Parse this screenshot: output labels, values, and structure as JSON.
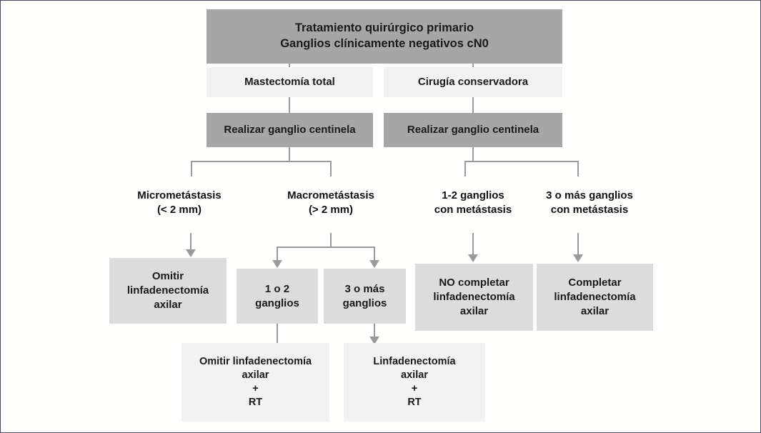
{
  "diagram": {
    "title_box": {
      "text": "Tratamiento quirúrgico primario\nGanglios clínicamente negativos cN0"
    },
    "level2": {
      "left": "Mastectomía total",
      "right": "Cirugía conservadora"
    },
    "level3": {
      "left": "Realizar ganglio centinela",
      "right": "Realizar ganglio centinela"
    },
    "labels": {
      "micro": "Micrometástasis\n(< 2 mm)",
      "macro": "Macrometástasis\n(> 2 mm)",
      "one_two": "1-2 ganglios\ncon metástasis",
      "three_plus": "3 o más ganglios\ncon metástasis"
    },
    "outcomes": {
      "omit_axillary": "Omitir\nlinfadenectomía\naxilar",
      "nodes_1_2": "1 o 2\nganglios",
      "nodes_3_plus": "3 o más\nganglios",
      "no_complete": "NO completar\nlinfadenectomía\naxilar",
      "complete": "Completar\nlinfadenectomía\naxilar"
    },
    "final": {
      "omit_rt": "Omitir linfadenectomía\naxilar\n+\nRT",
      "lymph_rt": "Linfadenectomía\naxilar\n+\nRT"
    },
    "colors": {
      "dark_box": "#a6a6a6",
      "mid_box": "#dcdcdc",
      "light_box": "#f2f2f2",
      "connector": "#9a9a9a",
      "text": "#1a1a1a",
      "frame": "#4a4a63",
      "background": "#fffffe"
    }
  }
}
